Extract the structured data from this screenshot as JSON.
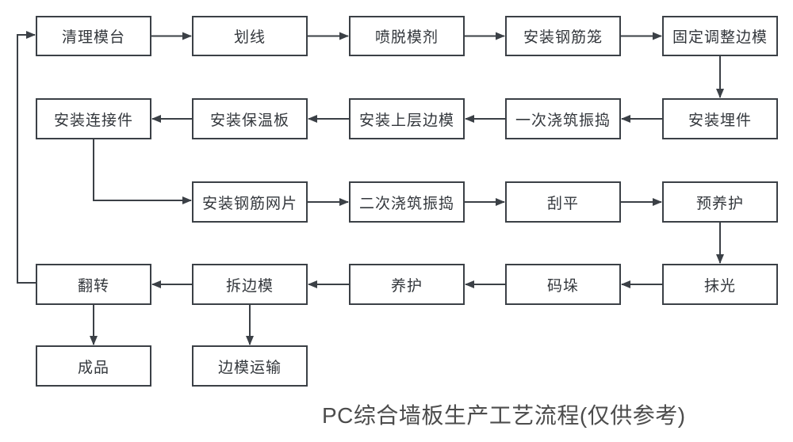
{
  "diagram": {
    "title": "PC综合墙板生产工艺流程(仅供参考)",
    "nodes": [
      {
        "id": "clean-mold-table",
        "label": "清理模台"
      },
      {
        "id": "marking-lines",
        "label": "划线"
      },
      {
        "id": "spray-release-agent",
        "label": "喷脱模剂"
      },
      {
        "id": "install-rebar-cage",
        "label": "安装钢筋笼"
      },
      {
        "id": "fix-adjust-side-forms",
        "label": "固定调整边模"
      },
      {
        "id": "install-embedded-parts",
        "label": "安装埋件"
      },
      {
        "id": "first-pour-vibrate",
        "label": "一次浇筑振捣"
      },
      {
        "id": "install-upper-side-forms",
        "label": "安装上层边模"
      },
      {
        "id": "install-insulation-board",
        "label": "安装保温板"
      },
      {
        "id": "install-connectors",
        "label": "安装连接件"
      },
      {
        "id": "install-rebar-mesh",
        "label": "安装钢筋网片"
      },
      {
        "id": "second-pour-vibrate",
        "label": "二次浇筑振捣"
      },
      {
        "id": "screed-flat",
        "label": "刮平"
      },
      {
        "id": "pre-curing",
        "label": "预养护"
      },
      {
        "id": "trowel-polish",
        "label": "抹光"
      },
      {
        "id": "stacking",
        "label": "码垛"
      },
      {
        "id": "curing",
        "label": "养护"
      },
      {
        "id": "remove-side-forms",
        "label": "拆边模"
      },
      {
        "id": "flip-over",
        "label": "翻转"
      },
      {
        "id": "finished-product",
        "label": "成品"
      },
      {
        "id": "side-form-transport",
        "label": "边模运输"
      }
    ],
    "edges": [
      {
        "from": "clean-mold-table",
        "to": "marking-lines"
      },
      {
        "from": "marking-lines",
        "to": "spray-release-agent"
      },
      {
        "from": "spray-release-agent",
        "to": "install-rebar-cage"
      },
      {
        "from": "install-rebar-cage",
        "to": "fix-adjust-side-forms"
      },
      {
        "from": "fix-adjust-side-forms",
        "to": "install-embedded-parts"
      },
      {
        "from": "install-embedded-parts",
        "to": "first-pour-vibrate"
      },
      {
        "from": "first-pour-vibrate",
        "to": "install-upper-side-forms"
      },
      {
        "from": "install-upper-side-forms",
        "to": "install-insulation-board"
      },
      {
        "from": "install-insulation-board",
        "to": "install-connectors"
      },
      {
        "from": "install-connectors",
        "to": "install-rebar-mesh"
      },
      {
        "from": "install-rebar-mesh",
        "to": "second-pour-vibrate"
      },
      {
        "from": "second-pour-vibrate",
        "to": "screed-flat"
      },
      {
        "from": "screed-flat",
        "to": "pre-curing"
      },
      {
        "from": "pre-curing",
        "to": "trowel-polish"
      },
      {
        "from": "trowel-polish",
        "to": "stacking"
      },
      {
        "from": "stacking",
        "to": "curing"
      },
      {
        "from": "curing",
        "to": "remove-side-forms"
      },
      {
        "from": "remove-side-forms",
        "to": "flip-over"
      },
      {
        "from": "flip-over",
        "to": "finished-product"
      },
      {
        "from": "remove-side-forms",
        "to": "side-form-transport"
      },
      {
        "from": "flip-over",
        "to": "clean-mold-table"
      }
    ],
    "colors": {
      "line": "#3b4046",
      "box_border": "#3b4046",
      "box_fill": "#ffffff",
      "text": "#33373c",
      "title_text": "#4c4c4c",
      "background": "#ffffff"
    }
  }
}
